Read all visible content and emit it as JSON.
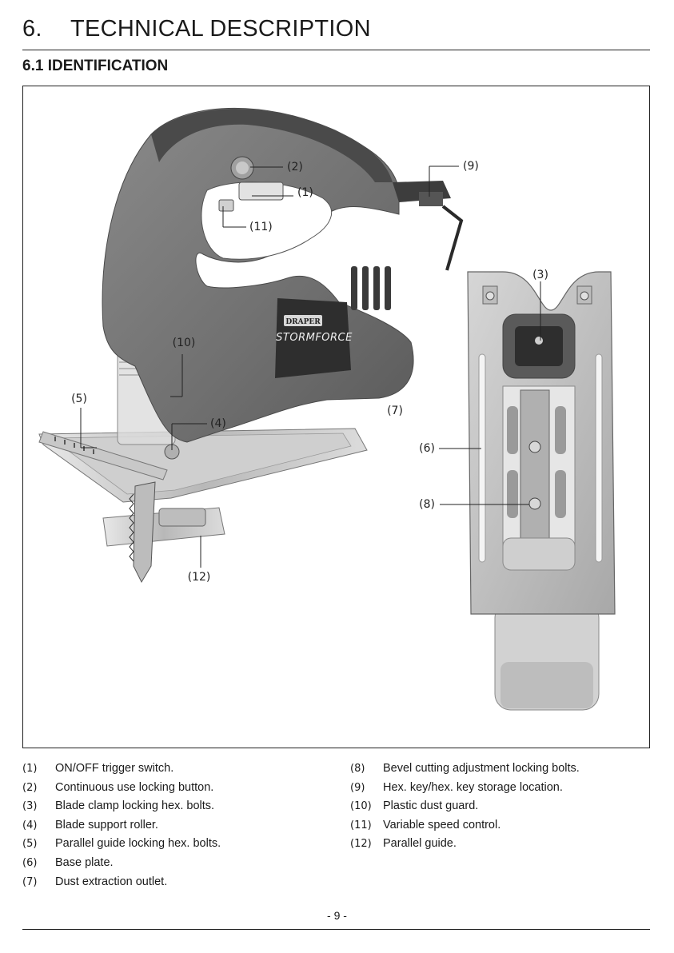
{
  "header": {
    "section_number": "6.",
    "section_title": "TECHNICAL DESCRIPTION",
    "subsection_title": "6.1 IDENTIFICATION"
  },
  "figure": {
    "callouts": [
      "(1)",
      "(2)",
      "(3)",
      "(4)",
      "(5)",
      "(6)",
      "(7)",
      "(8)",
      "(9)",
      "(10)",
      "(11)",
      "(12)"
    ],
    "brand_logo_text": "DRAPER",
    "product_name": "STORMFORCE"
  },
  "legend": {
    "left": [
      {
        "num": "(1)",
        "text": "ON/OFF trigger switch."
      },
      {
        "num": "(2)",
        "text": "Continuous use locking button."
      },
      {
        "num": "(3)",
        "text": "Blade clamp locking hex. bolts."
      },
      {
        "num": "(4)",
        "text": "Blade support roller."
      },
      {
        "num": "(5)",
        "text": "Parallel guide locking hex. bolts."
      },
      {
        "num": "(6)",
        "text": "Base plate."
      },
      {
        "num": "(7)",
        "text": "Dust extraction outlet."
      }
    ],
    "right": [
      {
        "num": "(8)",
        "text": "Bevel cutting adjustment locking bolts."
      },
      {
        "num": "(9)",
        "text": "Hex. key/hex. key storage location."
      },
      {
        "num": "(10)",
        "text": "Plastic dust guard."
      },
      {
        "num": "(11)",
        "text": "Variable speed control."
      },
      {
        "num": "(12)",
        "text": "Parallel guide."
      }
    ]
  },
  "footer": {
    "page_number": "- 9 -"
  }
}
